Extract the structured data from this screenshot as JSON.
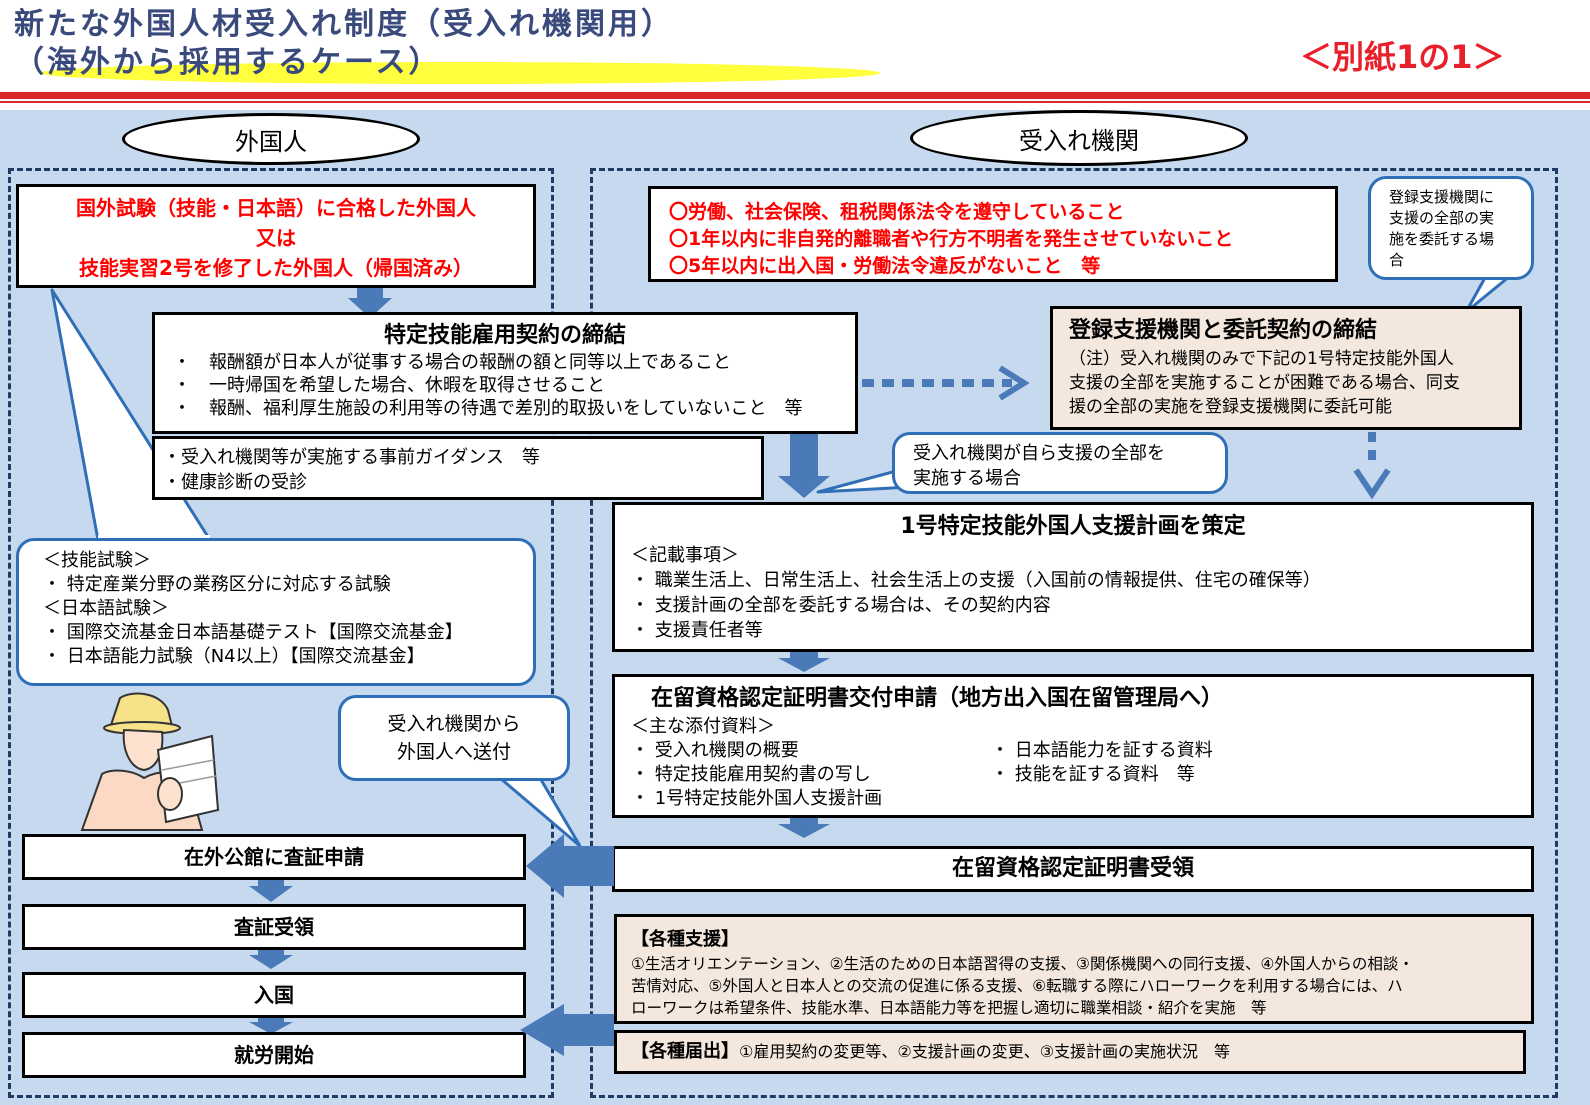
{
  "header": {
    "title_line1": "新たな外国人材受入れ制度（受入れ機関用）",
    "title_line2": "（海外から採用するケース）",
    "annex_label": "＜別紙1の1＞"
  },
  "columns": {
    "left_label": "外国人",
    "right_label": "受入れ機関"
  },
  "left": {
    "qualified": {
      "line1": "国外試験（技能・日本語）に合格した外国人",
      "line2": "又は",
      "line3": "技能実習2号を修了した外国人（帰国済み）"
    },
    "guidance_box": {
      "item1": "・受入れ機関等が実施する事前ガイダンス　等",
      "item2": "・健康診断の受診"
    },
    "exam_bubble": {
      "skill_head": "＜技能試験＞",
      "skill_item": "・ 特定産業分野の業務区分に対応する試験",
      "jp_head": "＜日本語試験＞",
      "jp_item1": "・ 国際交流基金日本語基礎テスト【国際交流基金】",
      "jp_item2": "・ 日本語能力試験（N4以上）【国際交流基金】"
    },
    "send_bubble": {
      "line1": "受入れ機関から",
      "line2": "外国人へ送付"
    },
    "steps": [
      "在外公館に査証申請",
      "査証受領",
      "入国",
      "就労開始"
    ]
  },
  "contract": {
    "title": "特定技能雇用契約の締結",
    "item1": "・　報酬額が日本人が従事する場合の報酬の額と同等以上であること",
    "item2": "・　一時帰国を希望した場合、休暇を取得させること",
    "item3": "・　報酬、福利厚生施設の利用等の待遇で差別的取扱いをしていないこと　等"
  },
  "right": {
    "requirements": {
      "item1": "〇労働、社会保険、租税関係法令を遵守していること",
      "item2": "〇1年以内に非自発的離職者や行方不明者を発生させていないこと",
      "item3": "〇5年以内に出入国・労働法令違反がないこと　等"
    },
    "entrust_bubble": {
      "line1": "登録支援機関に",
      "line2": "支援の全部の実",
      "line3": "施を委託する場",
      "line4": "合"
    },
    "registered": {
      "title": "登録支援機関と委託契約の締結",
      "note1": "（注）受入れ機関のみで下記の1号特定技能外国人",
      "note2": "支援の全部を実施することが困難である場合、同支",
      "note3": "援の全部の実施を登録支援機関に委託可能"
    },
    "self_bubble": {
      "line1": "受入れ機関が自ら支援の全部を",
      "line2": "実施する場合"
    },
    "support_plan": {
      "title": "1号特定技能外国人支援計画を策定",
      "head": "＜記載事項＞",
      "item1": "・ 職業生活上、日常生活上、社会生活上の支援（入国前の情報提供、住宅の確保等）",
      "item2": "・ 支援計画の全部を委託する場合は、その契約内容",
      "item3": "・ 支援責任者等"
    },
    "coe_application": {
      "title": "在留資格認定証明書交付申請（地方出入国在留管理局へ）",
      "head": "＜主な添付資料＞",
      "col1_item1": "・ 受入れ機関の概要",
      "col1_item2": "・ 特定技能雇用契約書の写し",
      "col1_item3": "・ 1号特定技能外国人支援計画",
      "col2_item1": "・ 日本語能力を証する資料",
      "col2_item2": "・ 技能を証する資料　等"
    },
    "coe_receipt": "在留資格認定証明書受領",
    "various_support": {
      "head": "【各種支援】",
      "line1": "①生活オリエンテーション、②生活のための日本語習得の支援、③関係機関への同行支援、④外国人からの相談・",
      "line2": "苦情対応、⑤外国人と日本人との交流の促進に係る支援、⑥転職する際にハローワークを利用する場合には、ハ",
      "line3": "ローワークは希望条件、技能水準、日本語能力等を把握し適切に職業相談・紹介を実施　等"
    },
    "notifications": {
      "head": "【各種届出】",
      "text": "①雇用契約の変更等、②支援計画の変更、③支援計画の実施状況　等"
    }
  },
  "colors": {
    "title": "#3a4a7c",
    "accent_red": "#d9262b",
    "highlight_yellow": "#ffff33",
    "panel_blue": "#c6d9ef",
    "arrow_blue": "#4a7ab8",
    "bubble_border": "#2f6fb7",
    "beige_fill": "#f4e7dd"
  }
}
